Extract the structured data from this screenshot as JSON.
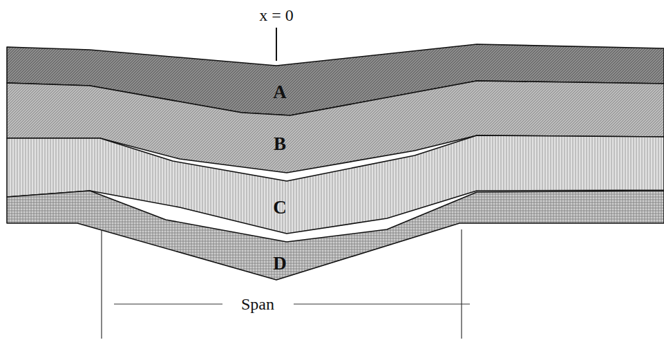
{
  "diagram": {
    "nodes": [
      {
        "text": [
          "A"
        ]
      },
      {
        "text": [
          "B"
        ]
      },
      {
        "text": [
          "C"
        ]
      },
      {
        "text": [
          "D"
        ]
      }
    ],
    "labels": [
      "x = 0",
      "Span"
    ]
  }
}
